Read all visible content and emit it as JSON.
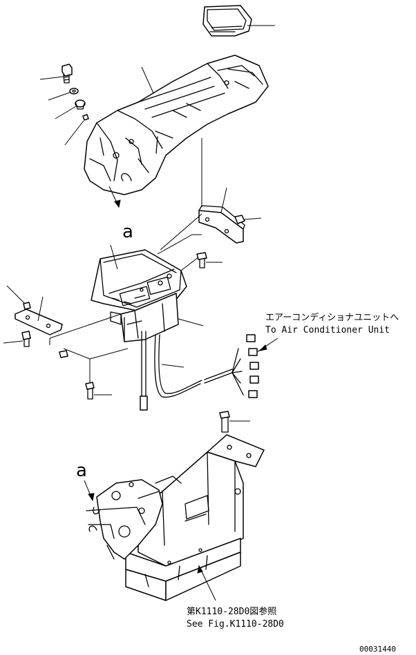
{
  "callouts": {
    "view_a_top": "a",
    "view_a_bottom": "a",
    "ac_unit_jp": "エアーコンディショナユニットへ",
    "ac_unit_en": "To Air Conditioner Unit",
    "see_fig_jp": "第K1110-28D0図参照",
    "see_fig_en": "See Fig.K1110-28D0"
  },
  "drawing": {
    "number": "00031440"
  }
}
